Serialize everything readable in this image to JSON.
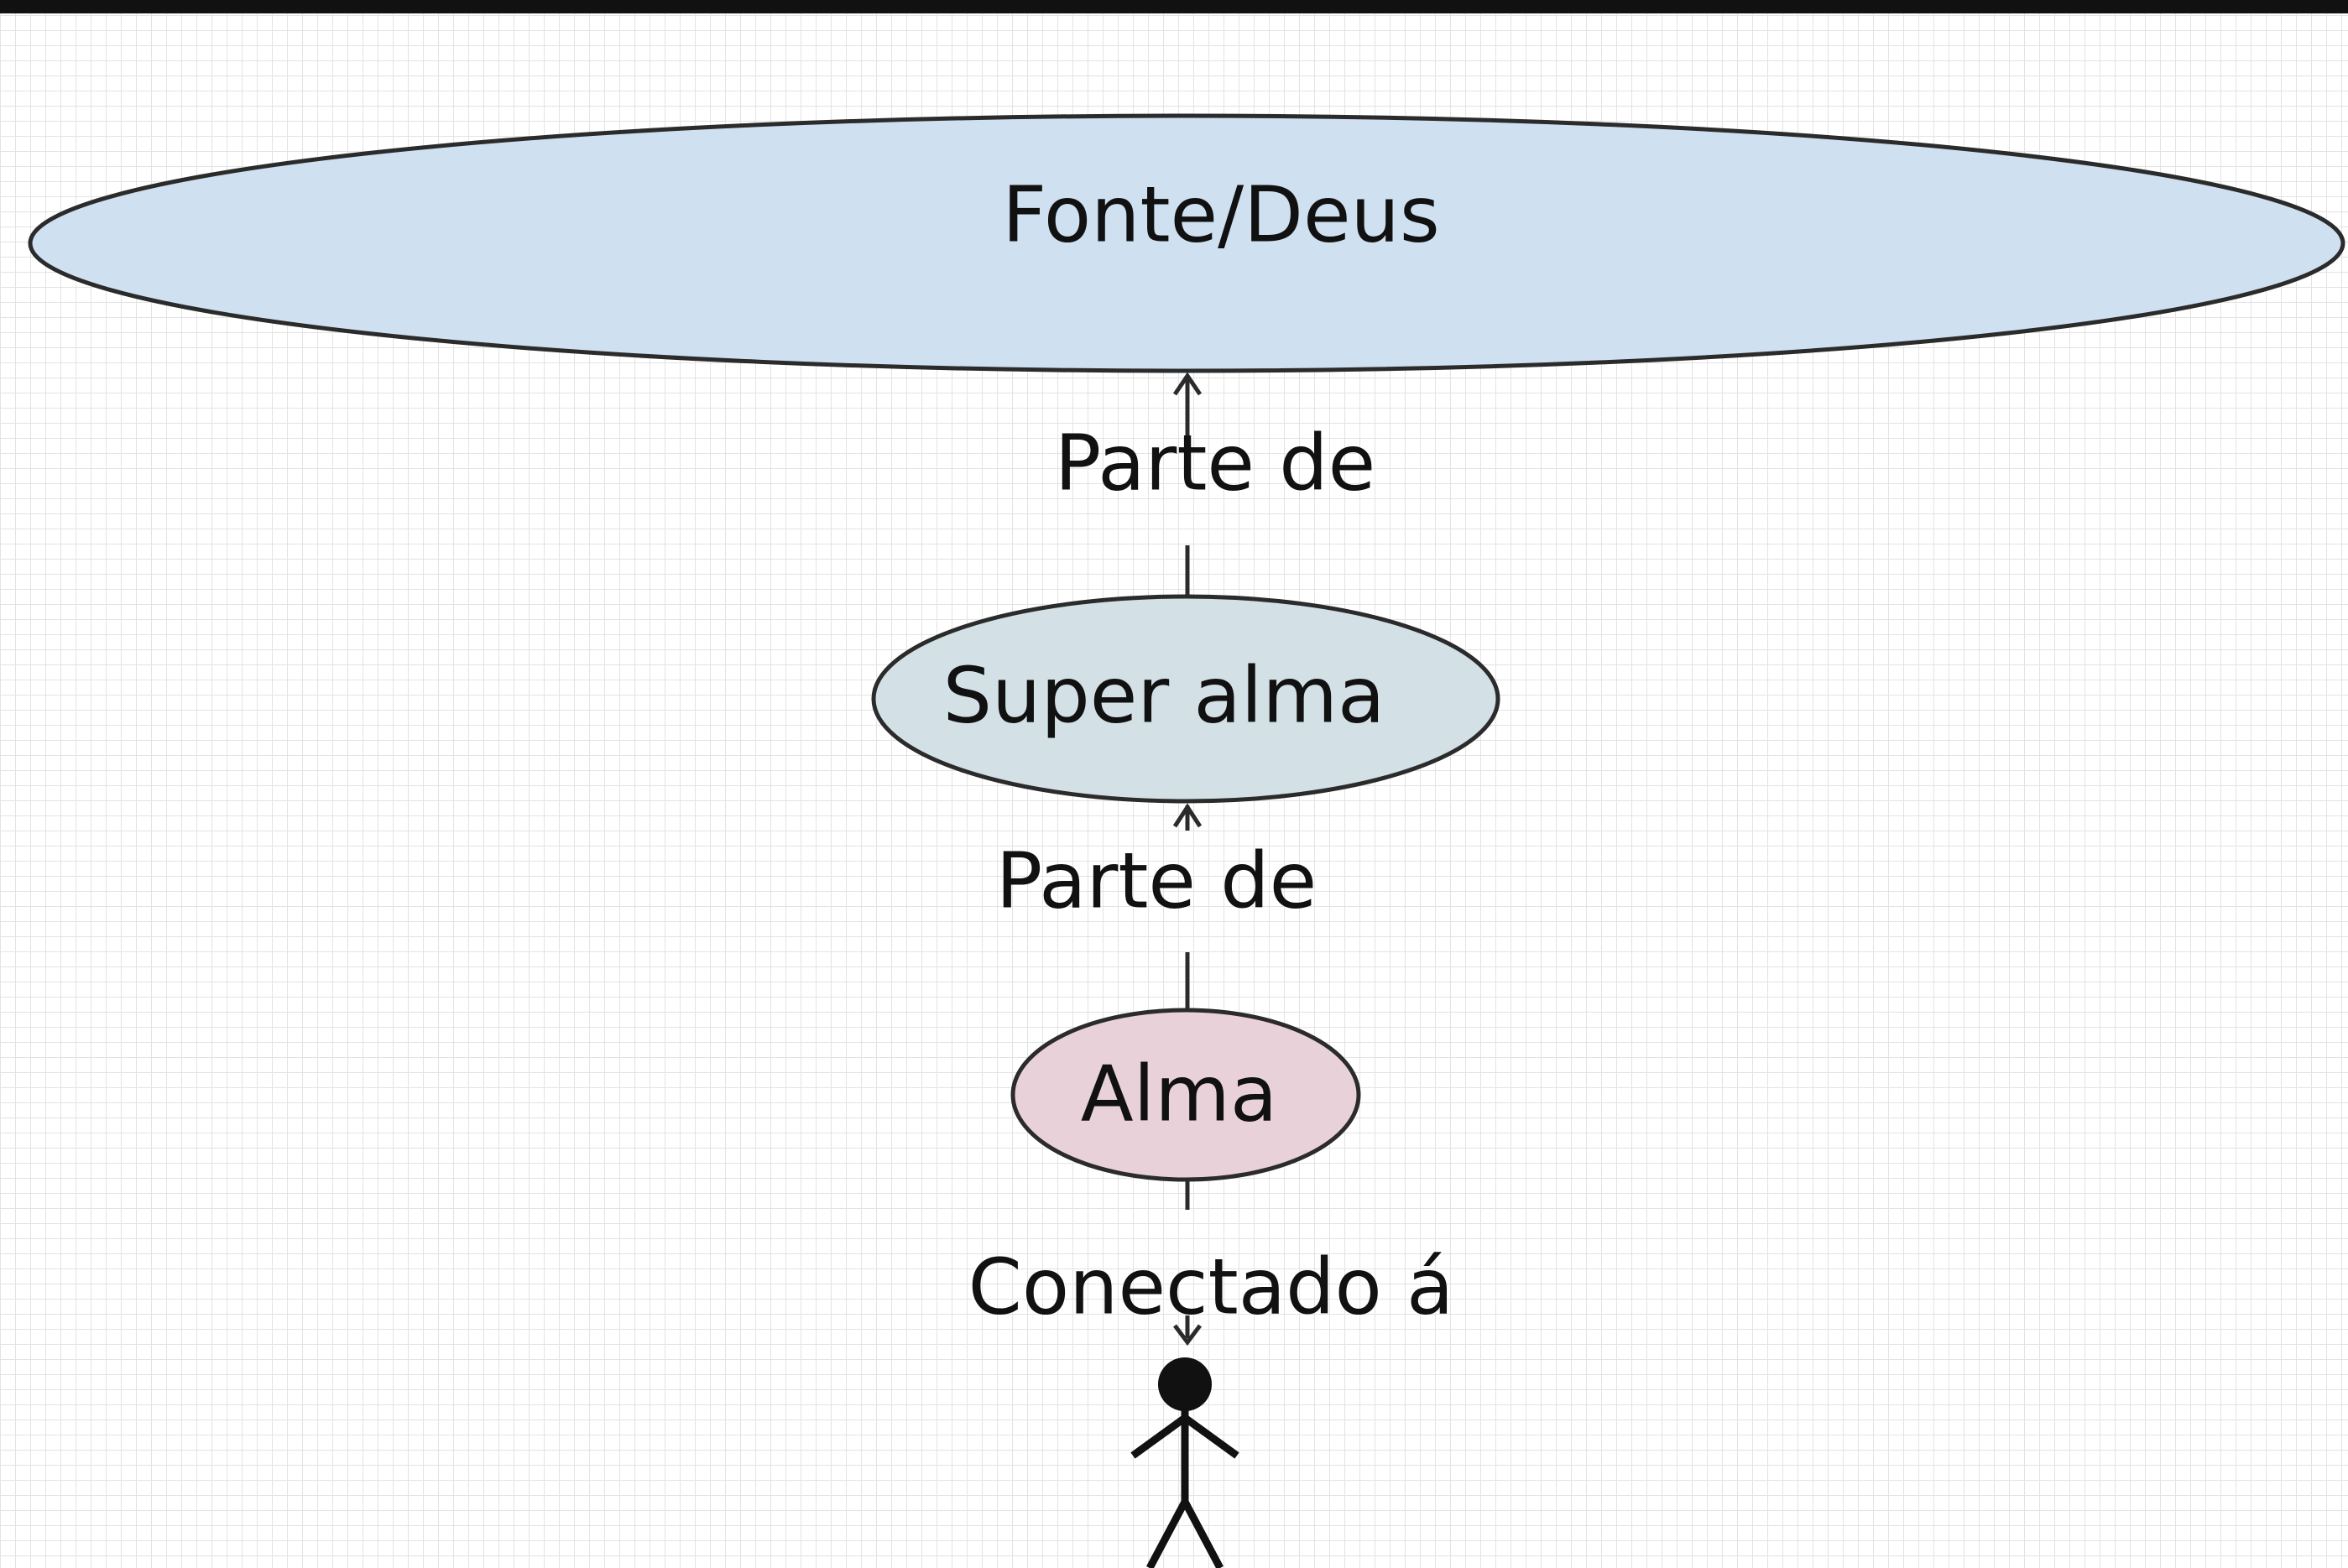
{
  "diagram": {
    "nodes": {
      "source": {
        "label": "Fonte/Deus",
        "color": "#cfe0f1"
      },
      "oversoul": {
        "label": "Super alma",
        "color": "#d3e0e6"
      },
      "soul": {
        "label": "Alma",
        "color": "#e9d1d9"
      }
    },
    "edges": {
      "oversoul_to_source": {
        "label": "Parte de"
      },
      "soul_to_oversoul": {
        "label": "Parte de"
      },
      "person_to_soul": {
        "label": "Conectado á"
      }
    },
    "stroke_color": "#2b2b2b"
  }
}
